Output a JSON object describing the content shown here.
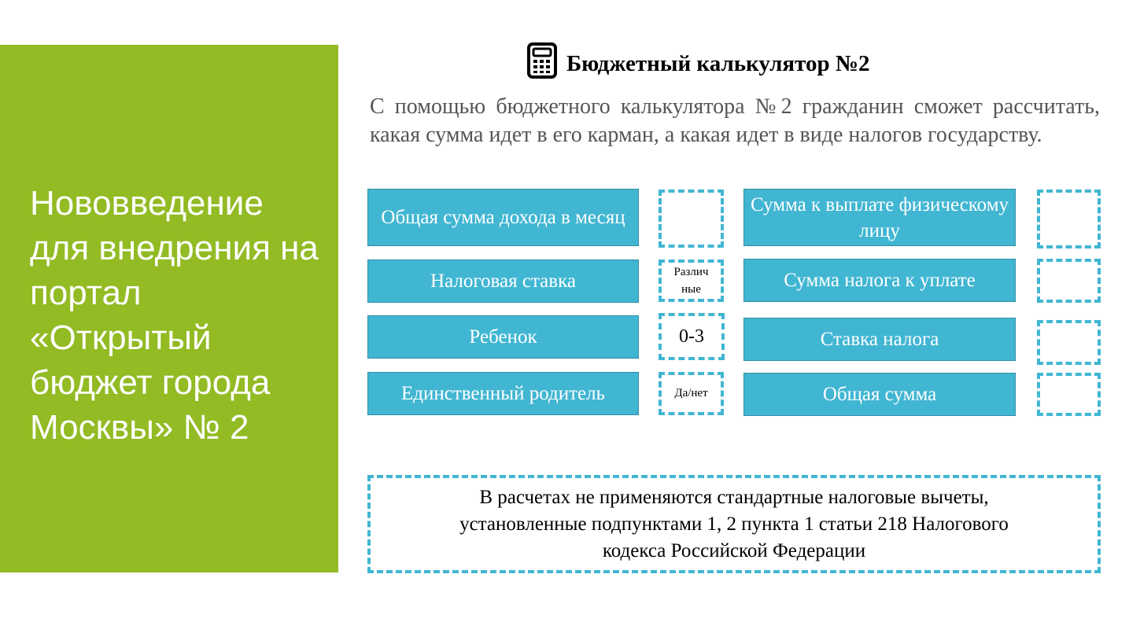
{
  "left_panel": {
    "title": "Нововведение для внедрения на портал «Открытый бюджет города Москвы» № 2"
  },
  "header": {
    "icon": "calculator-icon",
    "title": "Бюджетный калькулятор №2"
  },
  "description": "С помощью бюджетного калькулятора №2 гражданин сможет рассчитать, какая сумма идет в его карман, а какая идет в виде налогов государству.",
  "inputs": [
    {
      "label": "Общая сумма дохода в месяц",
      "value": ""
    },
    {
      "label": "Налоговая ставка",
      "value": "Различ ные"
    },
    {
      "label": "Ребенок",
      "value": "0-3"
    },
    {
      "label": "Единственный родитель",
      "value": "Да/нет"
    }
  ],
  "outputs": [
    {
      "label": "Сумма к выплате физическому лицу",
      "value": ""
    },
    {
      "label": "Сумма налога к уплате",
      "value": ""
    },
    {
      "label": "Ставка налога",
      "value": ""
    },
    {
      "label": "Общая сумма",
      "value": ""
    }
  ],
  "note": "В расчетах не применяются стандартные налоговые вычеты, установленные подпунктами 1, 2 пункта 1 статьи 218 Налогового кодекса Российской Федерации",
  "colors": {
    "green": "#92bb24",
    "teal": "#41b6d2"
  }
}
